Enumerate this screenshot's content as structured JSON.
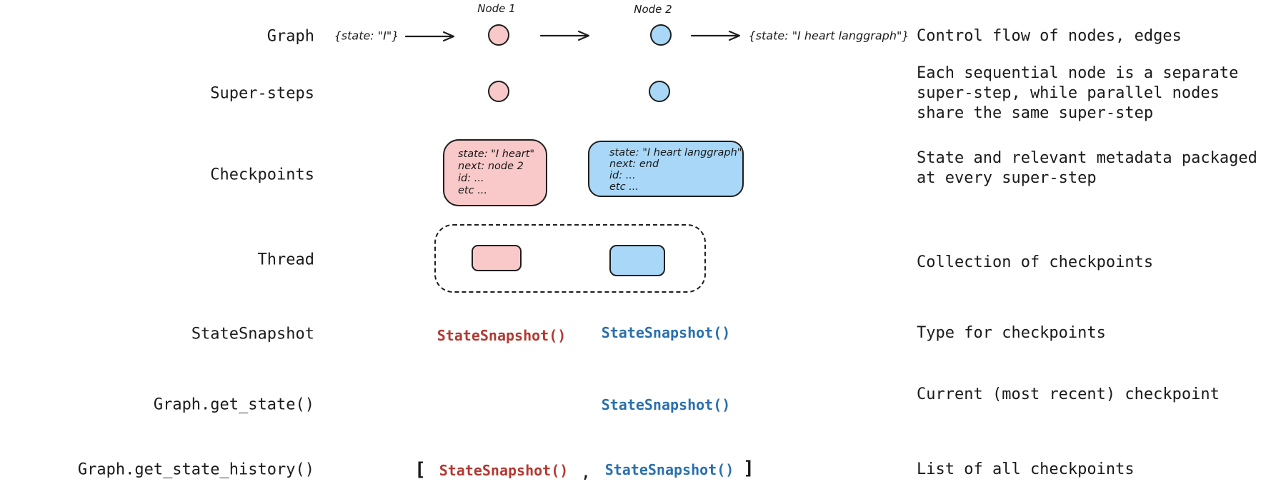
{
  "colors": {
    "background": "#ffffff",
    "ink": "#1a1a1a",
    "outline": "#1e1e1e",
    "pink_fill": "#f9c8c8",
    "blue_fill": "#a8d7f7",
    "red_code": "#b13a32",
    "blue_code": "#2a70ad"
  },
  "rows": {
    "graph": {
      "label": "Graph",
      "input_state": "{state: \"I\"}",
      "node1_label": "Node 1",
      "node2_label": "Node 2",
      "output_state": "{state: \"I heart langgraph\"}",
      "description": "Control flow of nodes, edges"
    },
    "super_steps": {
      "label": "Super-steps",
      "description": "Each sequential node is a separate\nsuper-step, while parallel nodes\nshare the same super-step"
    },
    "checkpoints": {
      "label": "Checkpoints",
      "pink_checkpoint": "state: \"I heart\"\nnext: node 2\nid: ...\netc ...",
      "blue_checkpoint": "state: \"I heart langgraph\"\nnext: end\nid: ...\netc ...",
      "description": "State and relevant metadata packaged\nat every super-step"
    },
    "thread": {
      "label": "Thread",
      "description": "Collection of checkpoints"
    },
    "state_snapshot": {
      "label": "StateSnapshot",
      "pink_code": "StateSnapshot()",
      "blue_code": "StateSnapshot()",
      "description": "Type for checkpoints"
    },
    "get_state": {
      "label": "Graph.get_state()",
      "blue_code": "StateSnapshot()",
      "description": "Current (most recent) checkpoint"
    },
    "get_state_history": {
      "label": "Graph.get_state_history()",
      "bracket_open": "[",
      "pink_code": "StateSnapshot()",
      "separator": ",",
      "blue_code": "StateSnapshot()",
      "bracket_close": "]",
      "description": "List of all checkpoints"
    }
  }
}
